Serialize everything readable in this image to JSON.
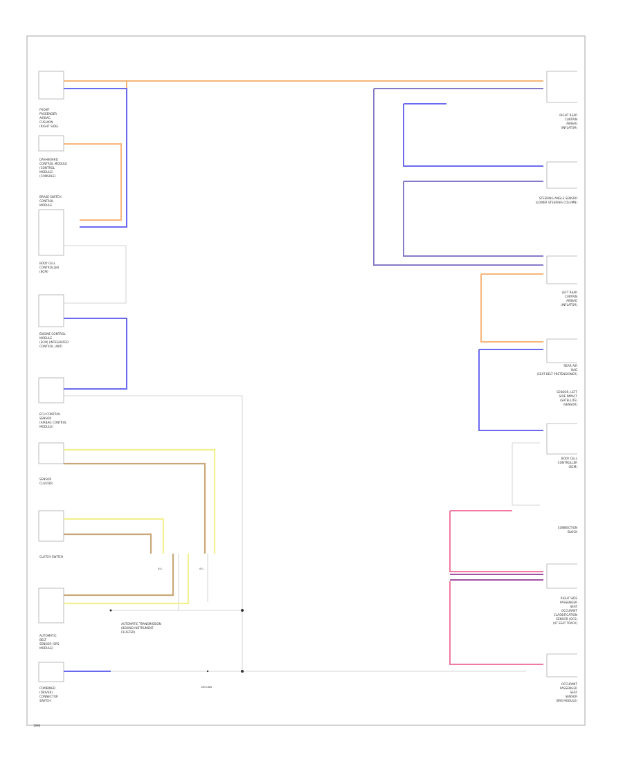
{
  "colors": {
    "orange": "#f7b57a",
    "blue": "#6a6af0",
    "violet": "#8a6ac0",
    "yellow": "#f0f08a",
    "tan": "#c8a878",
    "pink": "#f07aa0",
    "gray": "#bfbfbf",
    "box": "#999999"
  },
  "left_components": [
    {
      "caption": [
        "FRONT",
        "PASSENGER",
        "AIRBAG",
        "CUSHION",
        "(RIGHT SIDE)"
      ]
    },
    {
      "caption": [
        "DASHBOARD",
        "CONTROL MODULE",
        "(CONTROL",
        "MODULE)",
        "(CONSOLE)"
      ]
    },
    {
      "caption": [
        "BRAKE SWITCH",
        "CONTROL",
        "MODULE"
      ]
    },
    {
      "caption": [
        "BODY CELL",
        "CONTROLLER",
        "(BCM)"
      ]
    },
    {
      "caption": [
        "ENGINE CONTROL",
        "MODULE",
        "(ECM) (INTEGRATED",
        "CONTROL UNIT)"
      ]
    },
    {
      "caption": [
        "ECU CONTROL",
        "SENSOR",
        "(AIRBAG CONTROL",
        "MODULE)"
      ]
    },
    {
      "caption": [
        "SENSOR",
        "CLUSTER"
      ]
    },
    {
      "caption": [
        "CLUTCH SWITCH"
      ]
    },
    {
      "caption": [
        "AUTOMATIC",
        "BELT",
        "SENSOR (SRS",
        "MODULE)"
      ]
    },
    {
      "caption": [
        "COMBINED",
        "(DRIVER)",
        "CONNECTOR",
        "SWITCH"
      ]
    }
  ],
  "right_components": [
    {
      "caption": [
        "RIGHT REAR",
        "CURTAIN",
        "AIRBAG",
        "(INFLATOR)"
      ]
    },
    {
      "caption": [
        "STEERING ANGLE SENSOR",
        "(LOWER STEERING COLUMN)"
      ]
    },
    {
      "caption": [
        "LEFT REAR",
        "CURTAIN",
        "AIRBAG",
        "(INFLATOR)"
      ]
    },
    {
      "caption": [
        "REAR AIR",
        "BAG",
        "(SEAT BELT PRETENSIONER)"
      ]
    },
    {
      "caption": [
        "SENSOR, LEFT",
        "SIDE IMPACT",
        "(SATELLITE)",
        "(SENSOR)"
      ]
    },
    {
      "caption": [
        "BODY CELL",
        "CONTROLLER",
        "(BCM)"
      ]
    },
    {
      "caption": [
        "CONNECTION",
        "BLOCK"
      ]
    },
    {
      "caption": [
        "RIGHT SIDE",
        "PASSENGER",
        "SEAT",
        "OCCUPANT",
        "CLASSIFICATION",
        "SENSOR (OCS)",
        "(AT SEAT TRACK)"
      ]
    },
    {
      "caption": [
        "OCCUPANT",
        "PASSENGER",
        "SEAT",
        "SENSOR",
        "(SRS MODULE)"
      ]
    }
  ],
  "junctions": [
    "ALL",
    "ALL"
  ],
  "ground_label": "GROUND",
  "center_note": [
    "AUTOMATIC TRANSMISSION",
    "(BEHIND INSTRUMENT",
    "CLUSTER)"
  ],
  "footer": "1996"
}
